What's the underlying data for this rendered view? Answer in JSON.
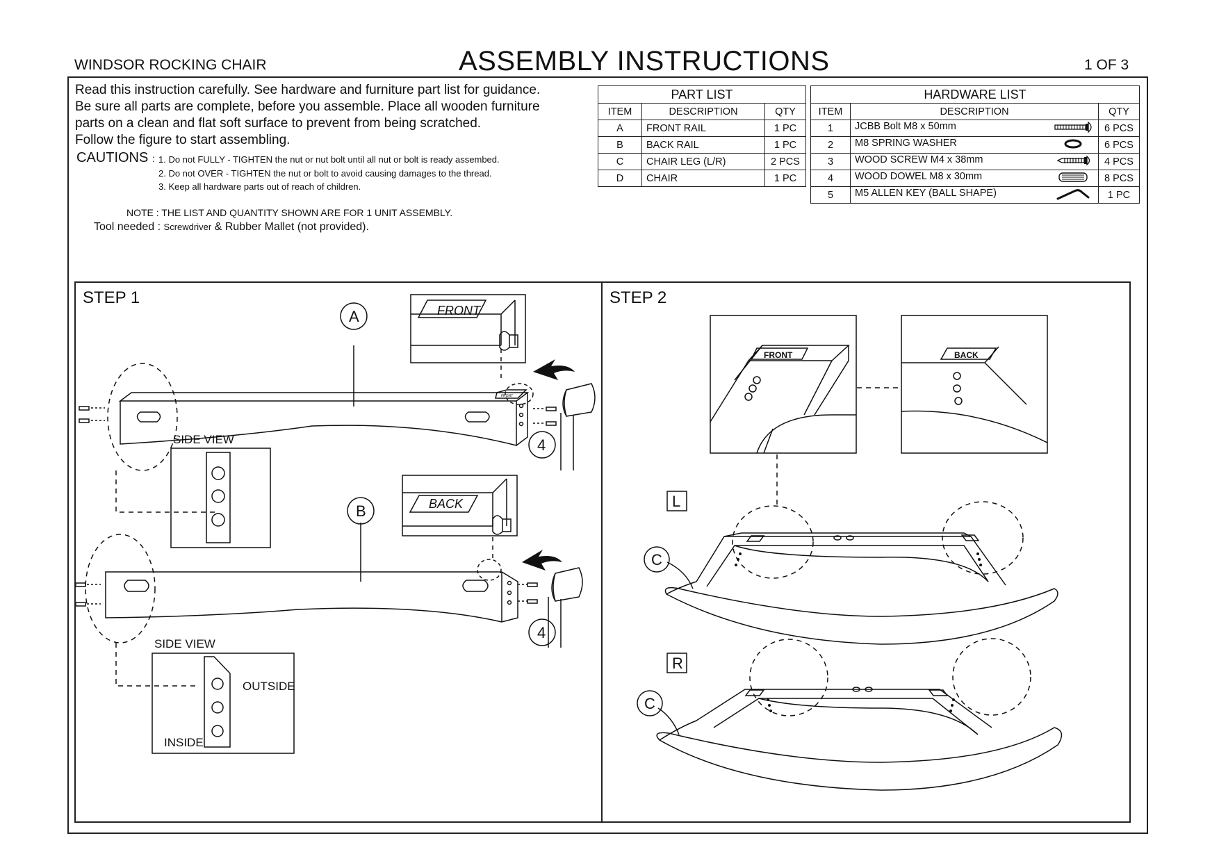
{
  "header": {
    "product": "WINDSOR ROCKING CHAIR",
    "title": "ASSEMBLY INSTRUCTIONS",
    "page": "1 OF 3"
  },
  "intro": {
    "lines": [
      "Read this instruction carefully. See hardware and furniture part list for guidance.",
      "Be sure all parts are complete, before you assemble. Place all wooden furniture",
      "parts on a clean and flat soft surface to prevent from being scratched.",
      "Follow the figure to start assembling."
    ],
    "cautions_label": "CAUTIONS",
    "cautions_sep": ":",
    "cautions": [
      "1. Do not FULLY - TIGHTEN the nut or nut bolt until all nut or bolt is ready assembed.",
      "2. Do not OVER - TIGHTEN the nut or bolt to avoid causing damages to the thread.",
      "3. Keep all hardware parts out of reach of children."
    ],
    "note": "NOTE : THE LIST AND QUANTITY SHOWN ARE FOR 1 UNIT ASSEMBLY.",
    "tool_prefix": "Tool needed : ",
    "tool_screwdriver": "Screwdriver",
    "tool_rest": " & Rubber Mallet (not provided)."
  },
  "part_list": {
    "caption": "PART LIST",
    "headers": [
      "ITEM",
      "DESCRIPTION",
      "QTY"
    ],
    "rows": [
      {
        "item": "A",
        "desc": "FRONT RAIL",
        "qty": "1 PC"
      },
      {
        "item": "B",
        "desc": "BACK RAIL",
        "qty": "1 PC"
      },
      {
        "item": "C",
        "desc": "CHAIR LEG (L/R)",
        "qty": "2 PCS"
      },
      {
        "item": "D",
        "desc": "CHAIR",
        "qty": "1 PC"
      }
    ]
  },
  "hardware_list": {
    "caption": "HARDWARE LIST",
    "headers": [
      "ITEM",
      "DESCRIPTION",
      "QTY"
    ],
    "rows": [
      {
        "item": "1",
        "desc": "JCBB Bolt M8 x 50mm",
        "qty": "6 PCS",
        "icon": "bolt-icon"
      },
      {
        "item": "2",
        "desc": "M8 SPRING WASHER",
        "qty": "6 PCS",
        "icon": "washer-icon"
      },
      {
        "item": "3",
        "desc": "WOOD SCREW M4 x 38mm",
        "qty": "4 PCS",
        "icon": "screw-icon"
      },
      {
        "item": "4",
        "desc": "WOOD DOWEL M8 x 30mm",
        "qty": "8 PCS",
        "icon": "dowel-icon"
      },
      {
        "item": "5",
        "desc": "M5 ALLEN KEY (BALL SHAPE)",
        "qty": "1 PC",
        "icon": "allen-key-icon"
      }
    ]
  },
  "step1": {
    "label": "STEP 1",
    "part_a": "A",
    "part_b": "B",
    "front_tag": "FRONT",
    "back_tag": "BACK",
    "dowel_ref": "4",
    "side_view": "SIDE VIEW",
    "outside": "OUTSIDE",
    "inside": "INSIDE",
    "small_tag": "FRONT"
  },
  "step2": {
    "label": "STEP 2",
    "front_tag": "FRONT",
    "back_tag": "BACK",
    "left": "L",
    "right": "R",
    "part_c": "C"
  }
}
